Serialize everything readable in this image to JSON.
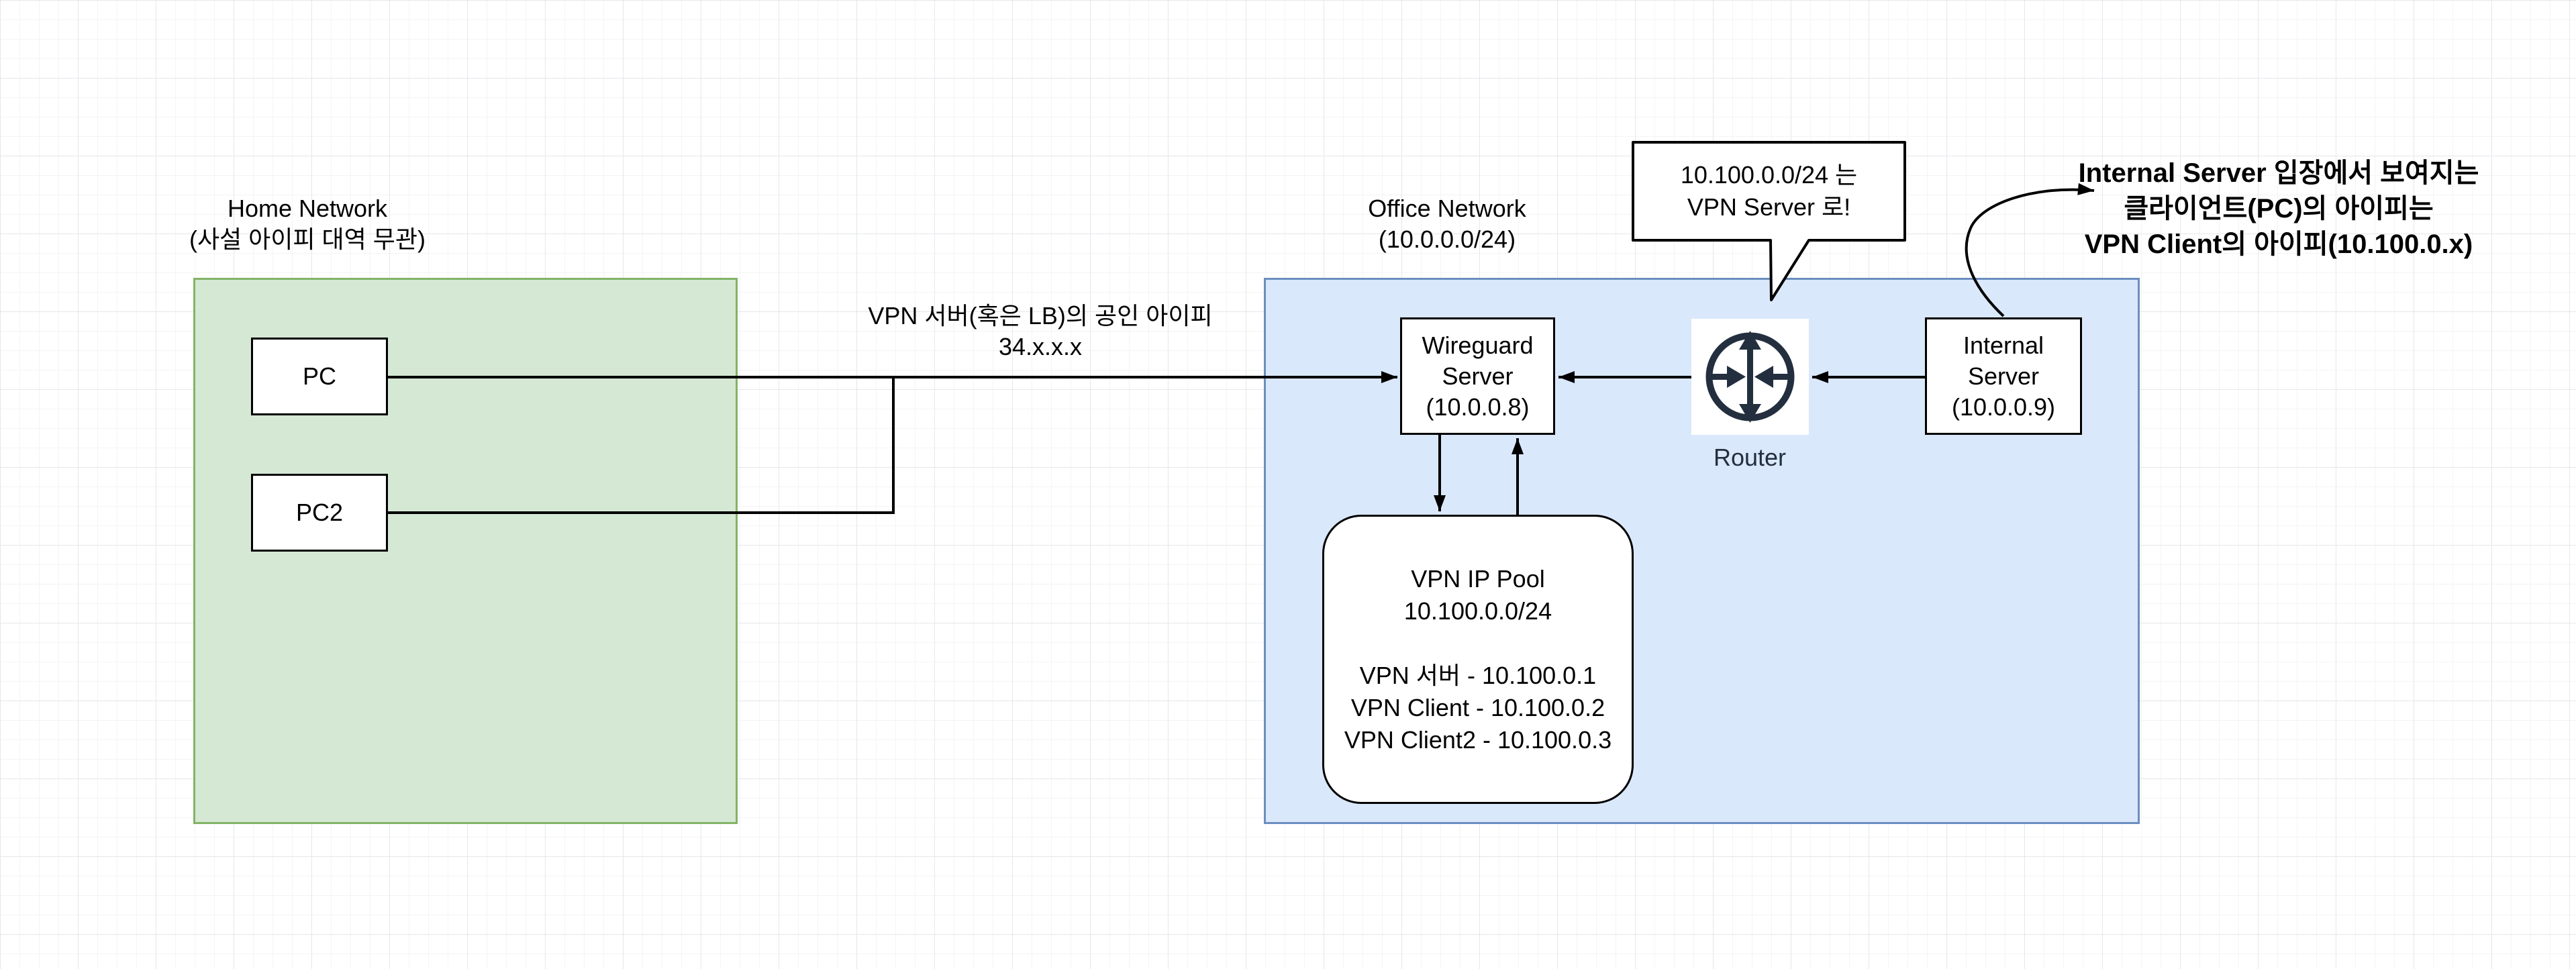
{
  "diagram": {
    "home_network": {
      "title": [
        "Home Network",
        "(사설 아이피 대역 무관)"
      ],
      "pc_label": "PC",
      "pc2_label": "PC2"
    },
    "office_network": {
      "title": [
        "Office Network",
        "(10.0.0.0/24)"
      ],
      "wireguard_server": [
        "Wireguard",
        "Server",
        "(10.0.0.8)"
      ],
      "router_label": "Router",
      "internal_server": [
        "Internal",
        "Server",
        "(10.0.0.9)"
      ],
      "vpn_ip_pool": [
        "VPN IP Pool",
        "10.100.0.0/24",
        "",
        "VPN 서버 - 10.100.0.1",
        "VPN Client - 10.100.0.2",
        "VPN Client2 - 10.100.0.3"
      ]
    },
    "annotations": {
      "public_ip": [
        "VPN 서버(혹은 LB)의 공인 아이피",
        "34.x.x.x"
      ],
      "speech_bubble": [
        "10.100.0.0/24 는",
        "VPN Server 로!"
      ],
      "note": [
        "Internal Server 입장에서 보여지는",
        "클라이언트(PC)의 아이피는",
        "VPN Client의 아이피(10.100.0.x)"
      ]
    },
    "colors": {
      "home_fill": "#d5e8d4",
      "home_stroke": "#82b366",
      "office_fill": "#dae8fc",
      "office_stroke": "#6c8ebf",
      "router_icon": "#232f3e",
      "connector": "#000000"
    }
  }
}
